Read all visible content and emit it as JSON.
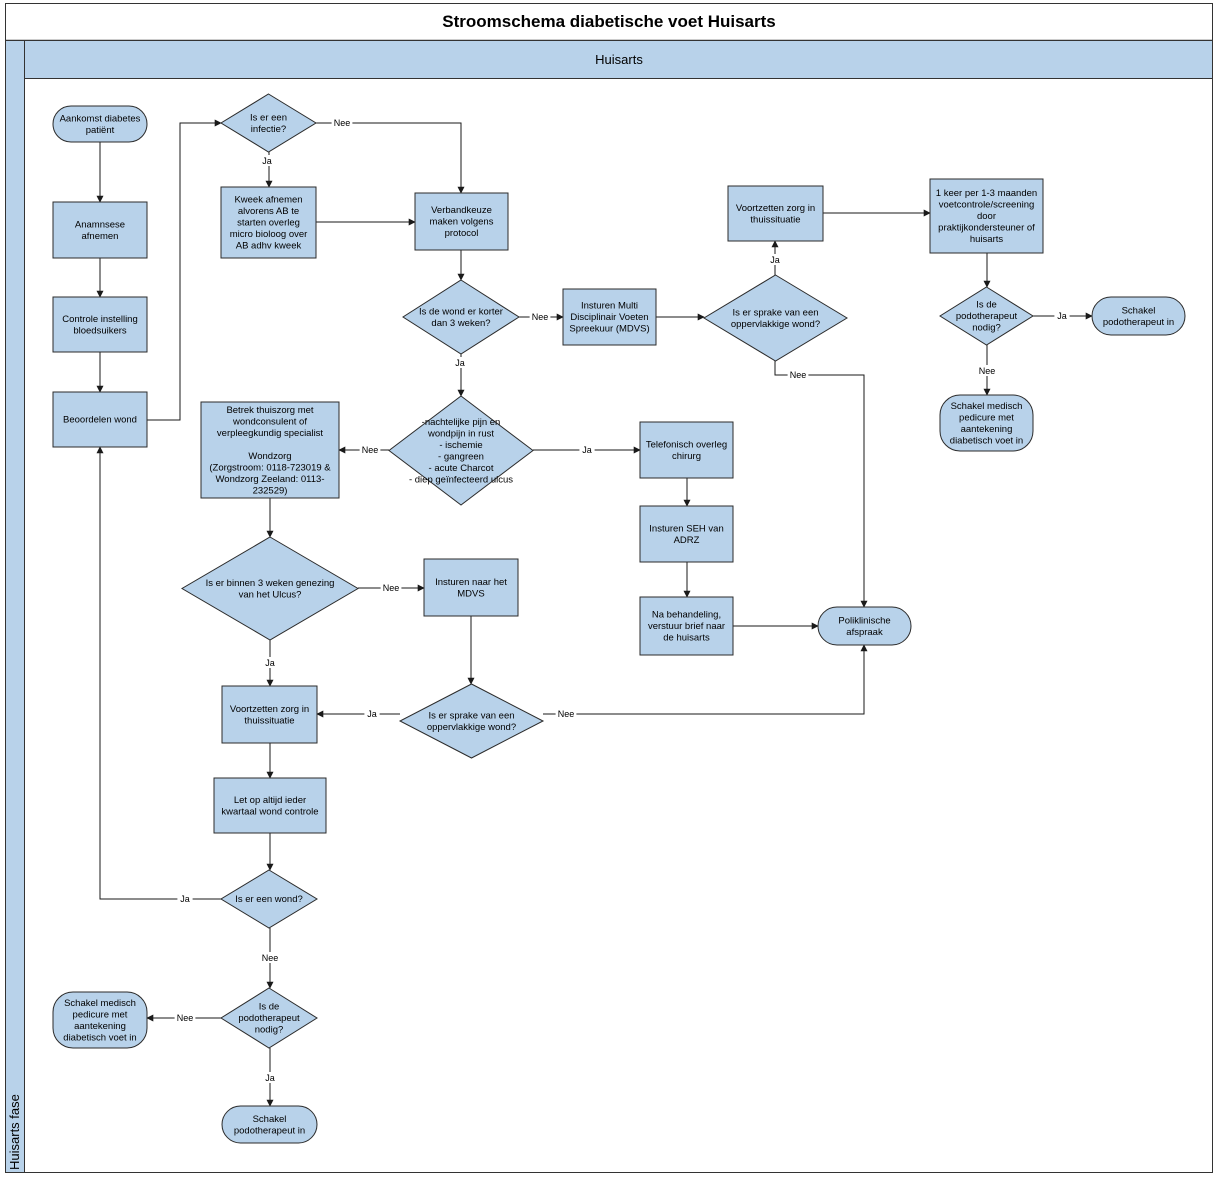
{
  "title": "Stroomschema diabetische voet Huisarts",
  "lane": "Huisarts",
  "phase": "Huisarts fase",
  "colors": {
    "shape_fill": "#b8d2ea",
    "shape_stroke": "#2b2b2b",
    "header_fill": "#b8d2ea"
  },
  "nodes": [
    {
      "id": "start",
      "shape": "terminal",
      "lines": [
        "Aankomst diabetes",
        "patiënt"
      ]
    },
    {
      "id": "anamnese",
      "shape": "process",
      "lines": [
        "Anamnsese",
        "afnemen"
      ]
    },
    {
      "id": "controle",
      "shape": "process",
      "lines": [
        "Controle instelling",
        "bloedsuikers"
      ]
    },
    {
      "id": "beoordelen",
      "shape": "process",
      "lines": [
        "Beoordelen wond"
      ]
    },
    {
      "id": "infectie",
      "shape": "decision",
      "lines": [
        "Is er een",
        "infectie?"
      ]
    },
    {
      "id": "kweek",
      "shape": "process",
      "lines": [
        "Kweek afnemen",
        "alvorens AB te",
        "starten overleg",
        "micro bioloog over",
        "AB adhv kweek"
      ]
    },
    {
      "id": "verbandkeuze",
      "shape": "process",
      "lines": [
        "Verbandkeuze",
        "maken volgens",
        "protocol"
      ]
    },
    {
      "id": "korter3",
      "shape": "decision",
      "lines": [
        "Is de wond er korter",
        "dan 3 weken?"
      ]
    },
    {
      "id": "mdvs1",
      "shape": "process",
      "lines": [
        "Insturen Multi",
        "Disciplinair Voeten",
        "Spreekuur (MDVS)"
      ]
    },
    {
      "id": "opp1",
      "shape": "decision",
      "lines": [
        "Is er sprake van een",
        "oppervlakkige wond?"
      ]
    },
    {
      "id": "voortzetten1",
      "shape": "process",
      "lines": [
        "Voortzetten zorg in",
        "thuissituatie"
      ]
    },
    {
      "id": "keer",
      "shape": "process",
      "lines": [
        "1 keer per 1-3 maanden",
        "voetcontrole/screening",
        "door",
        "praktijkondersteuner of",
        "huisarts"
      ]
    },
    {
      "id": "podo1",
      "shape": "decision",
      "lines": [
        "Is de",
        "podotherapeut",
        "nodig?"
      ]
    },
    {
      "id": "schakelpodo1",
      "shape": "terminal",
      "lines": [
        "Schakel",
        "podotherapeut in"
      ]
    },
    {
      "id": "pedicure1",
      "shape": "terminal",
      "lines": [
        "Schakel medisch",
        "pedicure met",
        "aantekening",
        "diabetisch voet in"
      ]
    },
    {
      "id": "nachtelijk",
      "shape": "decision",
      "lines": [
        "-nachtelijke pijn en",
        "wondpijn in rust",
        "- ischemie",
        "- gangreen",
        "- acute Charcot",
        "- diep geïnfecteerd ulcus"
      ]
    },
    {
      "id": "betrek",
      "shape": "process",
      "lines": [
        "Betrek thuiszorg met",
        "wondconsulent of",
        "verpleegkundig specialist",
        "",
        "Wondzorg",
        "(Zorgstroom: 0118-723019 &",
        "Wondzorg Zeeland: 0113-",
        "232529)"
      ]
    },
    {
      "id": "telefonisch",
      "shape": "process",
      "lines": [
        "Telefonisch overleg",
        "chirurg"
      ]
    },
    {
      "id": "seh",
      "shape": "process",
      "lines": [
        "Insturen SEH van",
        "ADRZ"
      ]
    },
    {
      "id": "nabehandeling",
      "shape": "process",
      "lines": [
        "Na behandeling,",
        "verstuur brief naar",
        "de huisarts"
      ]
    },
    {
      "id": "poli",
      "shape": "terminal",
      "lines": [
        "Poliklinische",
        "afspraak"
      ]
    },
    {
      "id": "genezing",
      "shape": "decision",
      "lines": [
        "Is er binnen 3 weken genezing",
        "van het Ulcus?"
      ]
    },
    {
      "id": "mdvs2",
      "shape": "process",
      "lines": [
        "Insturen naar het",
        "MDVS"
      ]
    },
    {
      "id": "opp2",
      "shape": "decision",
      "lines": [
        "Is er sprake van een",
        "oppervlakkige wond?"
      ]
    },
    {
      "id": "voortzetten2",
      "shape": "process",
      "lines": [
        "Voortzetten zorg in",
        "thuissituatie"
      ]
    },
    {
      "id": "letop",
      "shape": "process",
      "lines": [
        "Let op altijd ieder",
        "kwartaal wond controle"
      ]
    },
    {
      "id": "iswond",
      "shape": "decision",
      "lines": [
        "Is er een wond?"
      ]
    },
    {
      "id": "podo2",
      "shape": "decision",
      "lines": [
        "Is de",
        "podotherapeut",
        "nodig?"
      ]
    },
    {
      "id": "pedicure2",
      "shape": "terminal",
      "lines": [
        "Schakel medisch",
        "pedicure met",
        "aantekening",
        "diabetisch voet in"
      ]
    },
    {
      "id": "schakelpodo2",
      "shape": "terminal",
      "lines": [
        "Schakel",
        "podotherapeut in"
      ]
    }
  ],
  "edges": [
    {
      "from": "start",
      "to": "anamnese",
      "label": ""
    },
    {
      "from": "anamnese",
      "to": "controle",
      "label": ""
    },
    {
      "from": "controle",
      "to": "beoordelen",
      "label": ""
    },
    {
      "from": "beoordelen",
      "to": "infectie",
      "label": ""
    },
    {
      "from": "infectie",
      "to": "kweek",
      "label": "Ja"
    },
    {
      "from": "infectie",
      "to": "verbandkeuze",
      "label": "Nee"
    },
    {
      "from": "kweek",
      "to": "verbandkeuze",
      "label": ""
    },
    {
      "from": "verbandkeuze",
      "to": "korter3",
      "label": ""
    },
    {
      "from": "korter3",
      "to": "mdvs1",
      "label": "Nee"
    },
    {
      "from": "korter3",
      "to": "nachtelijk",
      "label": "Ja"
    },
    {
      "from": "mdvs1",
      "to": "opp1",
      "label": ""
    },
    {
      "from": "opp1",
      "to": "voortzetten1",
      "label": "Ja"
    },
    {
      "from": "opp1",
      "to": "poli",
      "label": "Nee"
    },
    {
      "from": "voortzetten1",
      "to": "keer",
      "label": ""
    },
    {
      "from": "keer",
      "to": "podo1",
      "label": ""
    },
    {
      "from": "podo1",
      "to": "schakelpodo1",
      "label": "Ja"
    },
    {
      "from": "podo1",
      "to": "pedicure1",
      "label": "Nee"
    },
    {
      "from": "nachtelijk",
      "to": "betrek",
      "label": "Nee"
    },
    {
      "from": "nachtelijk",
      "to": "telefonisch",
      "label": "Ja"
    },
    {
      "from": "telefonisch",
      "to": "seh",
      "label": ""
    },
    {
      "from": "seh",
      "to": "nabehandeling",
      "label": ""
    },
    {
      "from": "nabehandeling",
      "to": "poli",
      "label": ""
    },
    {
      "from": "betrek",
      "to": "genezing",
      "label": ""
    },
    {
      "from": "genezing",
      "to": "mdvs2",
      "label": "Nee"
    },
    {
      "from": "genezing",
      "to": "voortzetten2",
      "label": "Ja"
    },
    {
      "from": "mdvs2",
      "to": "opp2",
      "label": ""
    },
    {
      "from": "opp2",
      "to": "voortzetten2",
      "label": "Ja"
    },
    {
      "from": "opp2",
      "to": "poli",
      "label": "Nee"
    },
    {
      "from": "voortzetten2",
      "to": "letop",
      "label": ""
    },
    {
      "from": "letop",
      "to": "iswond",
      "label": ""
    },
    {
      "from": "iswond",
      "to": "beoordelen",
      "label": "Ja"
    },
    {
      "from": "iswond",
      "to": "podo2",
      "label": "Nee"
    },
    {
      "from": "podo2",
      "to": "pedicure2",
      "label": "Nee"
    },
    {
      "from": "podo2",
      "to": "schakelpodo2",
      "label": "Ja"
    }
  ]
}
